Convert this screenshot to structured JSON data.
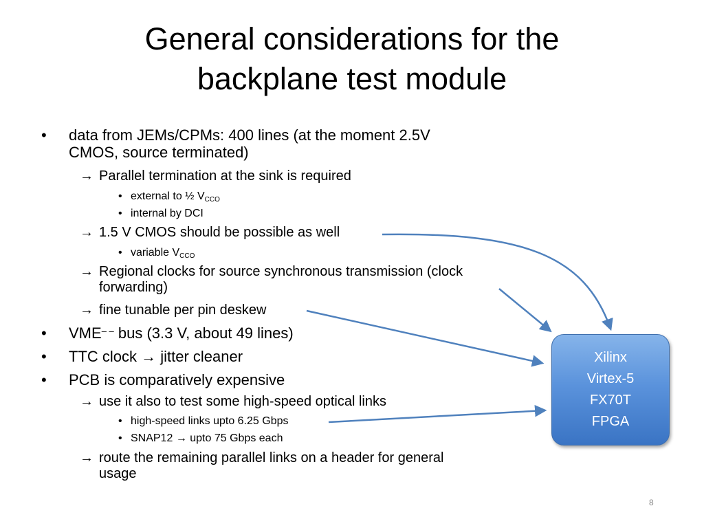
{
  "title": {
    "line1": "General considerations for the",
    "line2": "backplane test module"
  },
  "bullets": {
    "b1_line1": "data from JEMs/CPMs: 400 lines (at the moment 2.5V",
    "b1_line2": "CMOS, source terminated)",
    "b1_s1": "Parallel termination at the sink is required",
    "b1_s1_a_pre": "external to ½ V",
    "b1_s1_a_sub": "CCO",
    "b1_s1_b": "internal by DCI",
    "b1_s2": "1.5 V CMOS should be possible as well",
    "b1_s2_a_pre": "variable V",
    "b1_s2_a_sub": "CCO",
    "b1_s3_line1": "Regional clocks for source synchronous transmission (clock",
    "b1_s3_line2": "forwarding)",
    "b1_s4": "fine tunable per pin deskew",
    "b2_pre": "VME",
    "b2_sup": "– –",
    "b2_post": " bus (3.3 V, about 49 lines)",
    "b3_pre": "TTC clock ",
    "b3_post": " jitter cleaner",
    "b4": "PCB is comparatively expensive",
    "b4_s1": "use it also to test some high-speed optical links",
    "b4_s1_a": "high-speed links upto 6.25 Gbps",
    "b4_s1_b_pre": "SNAP12 ",
    "b4_s1_b_post": " upto 75 Gbps each",
    "b4_s2_line1": "route the remaining parallel links on a header for general",
    "b4_s2_line2": "usage"
  },
  "glyphs": {
    "bullet": "•",
    "arrow": "→"
  },
  "fpga_box": {
    "line1": "Xilinx",
    "line2": "Virtex-5",
    "line3": "FX70T",
    "line4": "FPGA"
  },
  "page_number": "8",
  "colors": {
    "arrow": "#4f81bd",
    "box_fill": "#5b93dc",
    "box_text": "#ffffff"
  }
}
